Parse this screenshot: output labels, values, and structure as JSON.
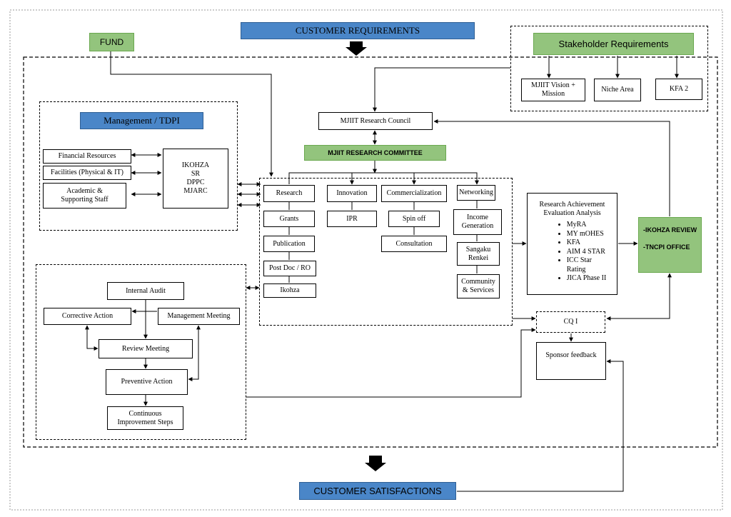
{
  "customer_requirements": "CUSTOMER REQUIREMENTS",
  "customer_satisfactions": "CUSTOMER SATISFACTIONS",
  "fund": "FUND",
  "stakeholder": {
    "title": "Stakeholder Requirements",
    "items": [
      "MJIIT Vision + Mission",
      "Niche Area",
      "KFA 2"
    ]
  },
  "council": "MJIIT Research Council",
  "committee": "MJIIT RESEARCH COMMITTEE",
  "management": {
    "title": "Management / TDPI",
    "resources": [
      "Financial Resources",
      "Facilities (Physical & IT)",
      "Academic & Supporting Staff"
    ],
    "center": [
      "IKOHZA",
      "SR",
      "DPPC",
      "MJARC"
    ]
  },
  "activities": {
    "research": [
      "Research",
      "Grants",
      "Publication",
      "Post Doc / RO",
      "Ikohza"
    ],
    "innovation": [
      "Innovation",
      "IPR"
    ],
    "commercialization": [
      "Commercialization",
      "Spin off",
      "Consultation"
    ],
    "networking": [
      "Networking",
      "Income Generation",
      "Sangaku Renkei",
      "Community & Services"
    ]
  },
  "evaluation": {
    "title": "Research Achievement Evaluation Analysis",
    "items": [
      "MyRA",
      "MY mOHES",
      "KFA",
      "AIM 4 STAR",
      "ICC Star Rating",
      "JICA Phase II"
    ]
  },
  "review_office": [
    "-IKOHZA REVIEW",
    "-TNCPI OFFICE"
  ],
  "cqi": "CQ I",
  "sponsor_feedback": "Sponsor feedback",
  "audit": {
    "internal_audit": "Internal Audit",
    "corrective_action": "Corrective Action",
    "management_meeting": "Management Meeting",
    "review_meeting": "Review Meeting",
    "preventive_action": "Preventive Action",
    "continuous": "Continuous Improvement Steps"
  }
}
